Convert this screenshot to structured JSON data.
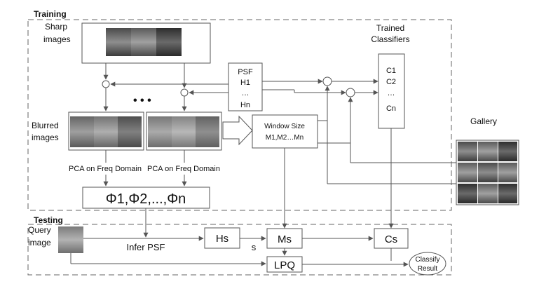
{
  "sections": {
    "training": "Training",
    "testing": "Testing"
  },
  "training": {
    "sharp_images": [
      "Sharp",
      "images"
    ],
    "blurred_images": [
      "Blurred",
      "images"
    ],
    "pca_left": "PCA on Freq Domain",
    "pca_right": "PCA on Freq Domain",
    "phi": "Φ1,Φ2,...,Φn",
    "psf_box": [
      "PSF",
      "H1",
      "…",
      "Hn"
    ],
    "window_box": [
      "Window Size",
      "M1,M2…Mn"
    ],
    "trained_classifiers": [
      "Trained",
      "Classifiers"
    ],
    "classifier_box": [
      "C1",
      "C2",
      "…",
      "Cn"
    ],
    "ellipsis": "• • •",
    "gallery": "Gallery"
  },
  "testing": {
    "query_image": [
      "Query",
      "image"
    ],
    "infer_psf": "Infer PSF",
    "hs": "Hs",
    "s": "s",
    "ms": "Ms",
    "cs": "Cs",
    "lpq": "LPQ",
    "classify_result": [
      "Classify",
      "Result"
    ]
  },
  "colors": {
    "box_border": "#555555",
    "box_fill": "#ffffff",
    "arrow": "#555555",
    "dashed": "#666666",
    "face_dark": "#3a3a3a",
    "face_mid": "#6b6b6b",
    "face_light": "#8a8a8a"
  }
}
